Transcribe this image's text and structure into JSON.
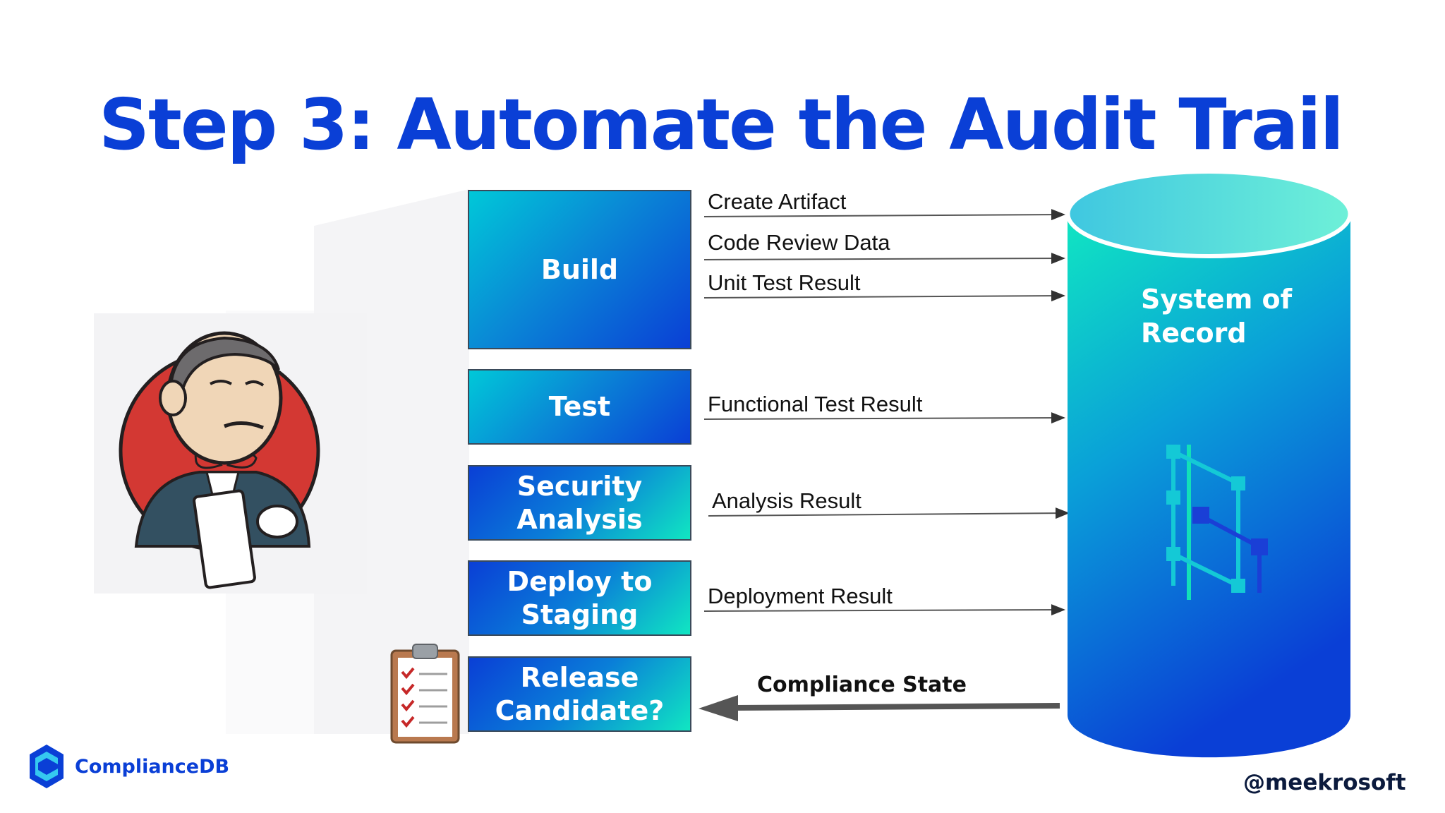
{
  "title": "Step 3: Automate the Audit Trail",
  "stages": [
    {
      "label": "Build"
    },
    {
      "label": "Test"
    },
    {
      "label": "Security Analysis"
    },
    {
      "label": "Deploy to Staging"
    },
    {
      "label": "Release Candidate?"
    }
  ],
  "flows": [
    {
      "label": "Create Artifact"
    },
    {
      "label": "Code Review Data"
    },
    {
      "label": "Unit Test Result"
    },
    {
      "label": "Functional Test Result"
    },
    {
      "label": "Analysis Result"
    },
    {
      "label": "Deployment Result"
    }
  ],
  "return_flow": {
    "label": "Compliance State"
  },
  "system_of_record": {
    "label": "System of\nRecord"
  },
  "brand": {
    "name": "ComplianceDB"
  },
  "handle": "@meekrosoft",
  "colors": {
    "title": "#0a3fd6",
    "cylinder_top": "#10e6c2",
    "cylinder_bottom": "#0a3fd6"
  },
  "icons": [
    "jenkins-butler-icon",
    "clipboard-checklist-icon",
    "compliancedb-logo-icon",
    "ledger-graph-icon"
  ]
}
